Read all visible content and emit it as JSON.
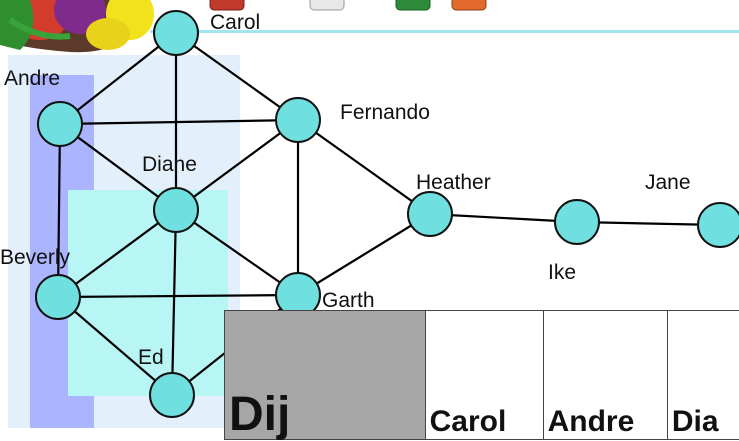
{
  "colors": {
    "node_fill": "#6fdfdf",
    "node_stroke": "#111111",
    "edge": "#000000",
    "panel_blue": "#aab4ff",
    "panel_cyan": "#b8f5f5",
    "panel_pale": "#e3f0fb",
    "table_header_gray": "#a6a6a6"
  },
  "nodes": [
    {
      "id": "Carol",
      "label": "Carol"
    },
    {
      "id": "Andre",
      "label": "Andre"
    },
    {
      "id": "Fernando",
      "label": "Fernando"
    },
    {
      "id": "Diane",
      "label": "Diane"
    },
    {
      "id": "Heather",
      "label": "Heather"
    },
    {
      "id": "Ike",
      "label": "Ike"
    },
    {
      "id": "Jane",
      "label": "Jane"
    },
    {
      "id": "Beverly",
      "label": "Beverly"
    },
    {
      "id": "Garth",
      "label": "Garth"
    },
    {
      "id": "Ed",
      "label": "Ed"
    }
  ],
  "edges": [
    [
      "Carol",
      "Andre"
    ],
    [
      "Carol",
      "Diane"
    ],
    [
      "Carol",
      "Fernando"
    ],
    [
      "Andre",
      "Fernando"
    ],
    [
      "Andre",
      "Diane"
    ],
    [
      "Andre",
      "Beverly"
    ],
    [
      "Fernando",
      "Diane"
    ],
    [
      "Fernando",
      "Garth"
    ],
    [
      "Fernando",
      "Heather"
    ],
    [
      "Diane",
      "Beverly"
    ],
    [
      "Diane",
      "Garth"
    ],
    [
      "Diane",
      "Ed"
    ],
    [
      "Beverly",
      "Garth"
    ],
    [
      "Beverly",
      "Ed"
    ],
    [
      "Garth",
      "Ed"
    ],
    [
      "Garth",
      "Heather"
    ],
    [
      "Heather",
      "Ike"
    ],
    [
      "Ike",
      "Jane"
    ]
  ],
  "table": {
    "corner": "Dij",
    "columns": [
      "Carol",
      "Andre",
      "Dia"
    ]
  }
}
